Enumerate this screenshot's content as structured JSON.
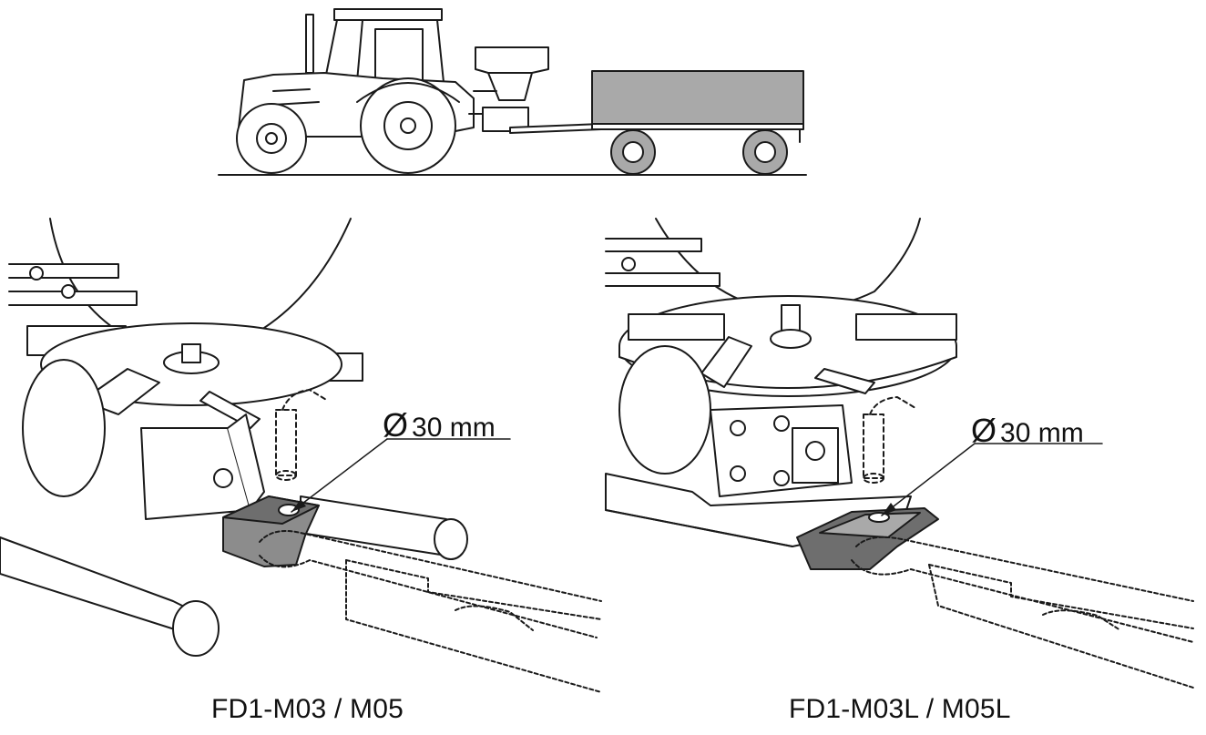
{
  "figure": {
    "top": {
      "name": "tractor-with-spreader-and-trailer"
    },
    "left": {
      "caption": "FD1-M03 / M05",
      "dimension_symbol": "Ø",
      "dimension_value": "30 mm"
    },
    "right": {
      "caption": "FD1-M03L / M05L",
      "dimension_symbol": "Ø",
      "dimension_value": "30 mm"
    }
  },
  "colors": {
    "line": "#1a1a1a",
    "fill_gray": "#a9a9a9",
    "fill_dark": "#6e6e6e",
    "fill_white": "#ffffff"
  }
}
